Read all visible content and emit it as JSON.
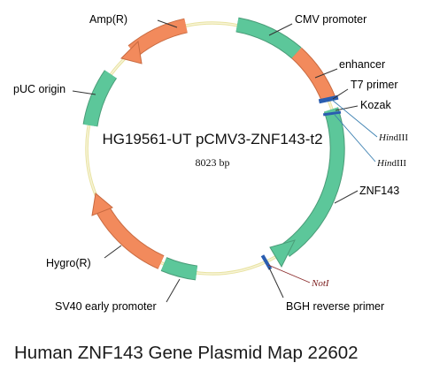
{
  "plasmid": {
    "name": "HG19561-UT pCMV3-ZNF143-t2",
    "size": "8023 bp"
  },
  "features": {
    "amp": "Amp(R)",
    "cmv": "CMV promoter",
    "enhancer": "enhancer",
    "t7": "T7 primer",
    "kozak": "Kozak",
    "puc": "pUC origin",
    "znf": "ZNF143",
    "hygro": "Hygro(R)",
    "sv40": "SV40 early promoter",
    "bgh": "BGH reverse primer"
  },
  "sites": {
    "hind1_italic": "Hin",
    "hind1_rest": "dIII",
    "hind2_italic": "Hin",
    "hind2_rest": "dIII",
    "notI_italic": "Not",
    "notI_rest": "I"
  },
  "caption": "Human ZNF143 Gene Plasmid Map 22602",
  "colors": {
    "green": "#5cc79a",
    "orange": "#f28a5c",
    "blue": "#2a5db0",
    "backbone": "#e8e2a0"
  }
}
